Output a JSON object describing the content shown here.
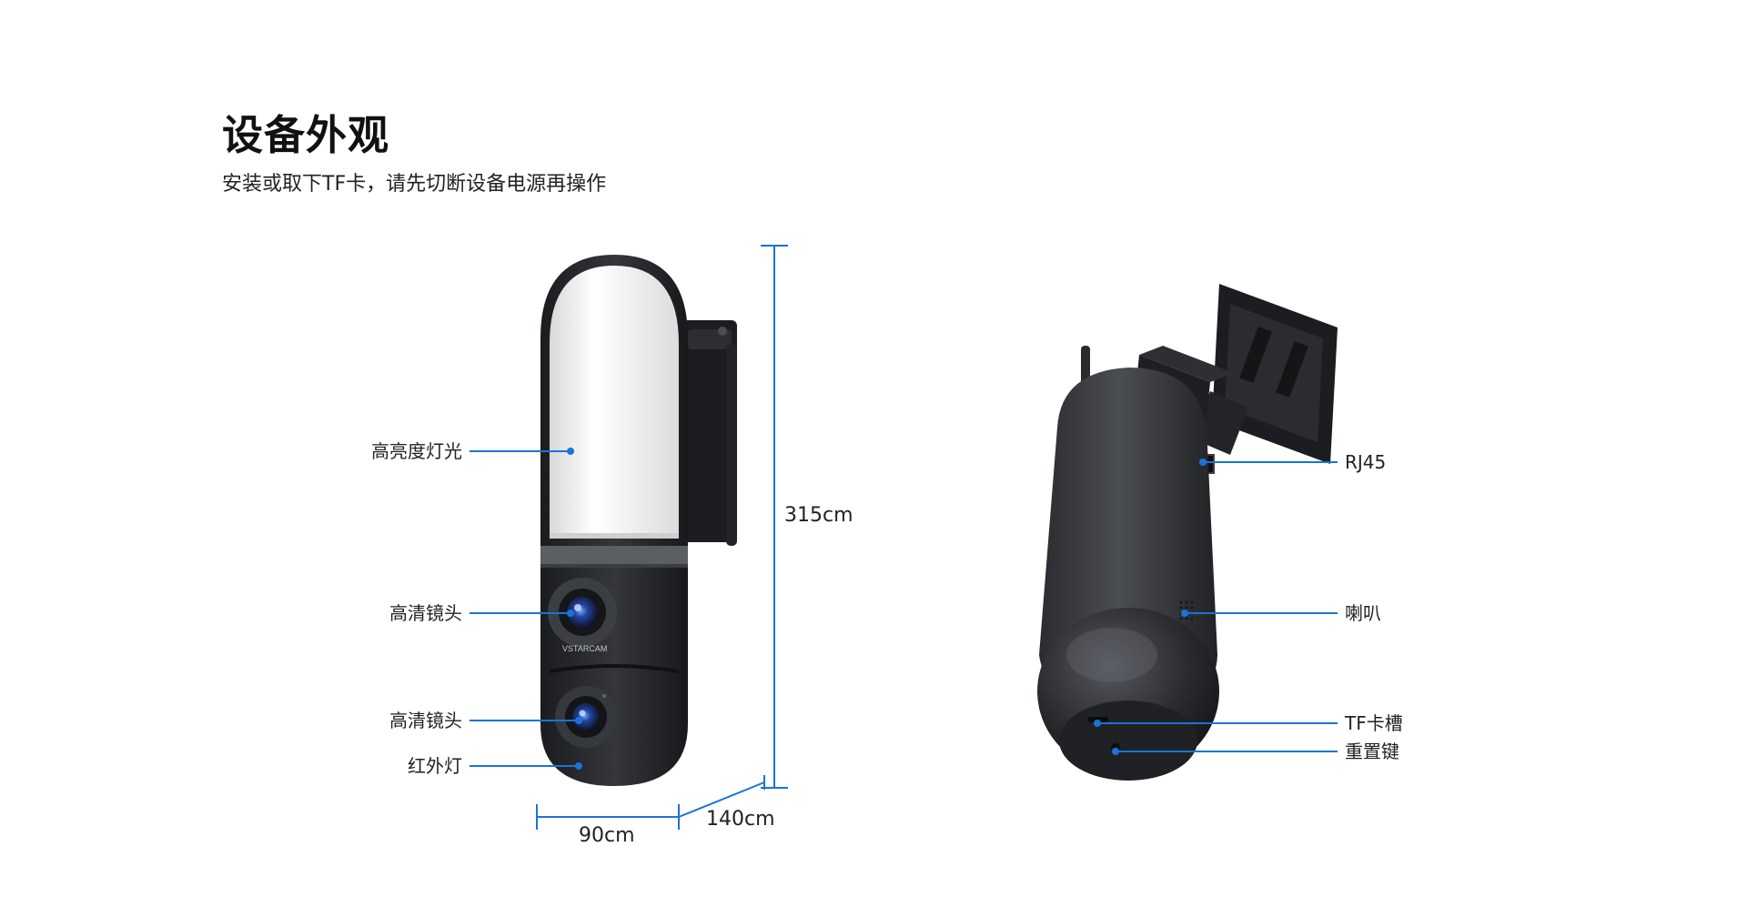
{
  "header": {
    "title": "设备外观",
    "subtitle": "安装或取下TF卡，请先切断设备电源再操作"
  },
  "front_view": {
    "brand": "VSTARCAM",
    "labels": {
      "light": "高亮度灯光",
      "lens_top": "高清镜头",
      "lens_bottom": "高清镜头",
      "ir": "红外灯"
    },
    "dimensions": {
      "height": "315cm",
      "width": "90cm",
      "depth": "140cm"
    }
  },
  "rear_view": {
    "labels": {
      "rj45": "RJ45",
      "speaker": "喇叭",
      "tf_slot": "TF卡槽",
      "reset": "重置键"
    }
  },
  "colors": {
    "accent": "#1a73d9",
    "body": "#2a2c30",
    "lamp": "#f4f4f4"
  }
}
